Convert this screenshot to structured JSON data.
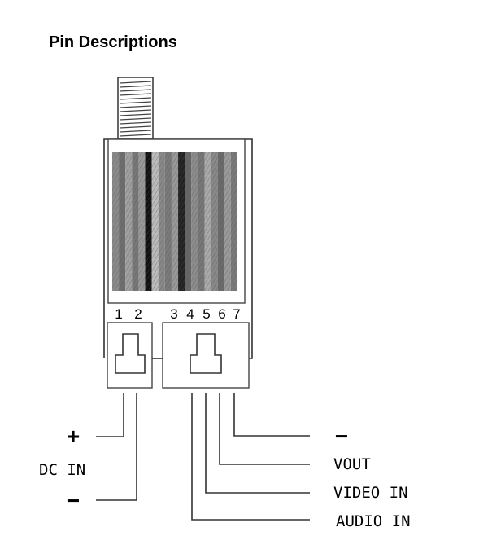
{
  "title": "Pin Descriptions",
  "pins": [
    "1",
    "2",
    "3",
    "4",
    "5",
    "6",
    "7"
  ],
  "left_labels": {
    "plus": "+",
    "group": "DC IN",
    "minus": "−"
  },
  "right_labels": [
    "−",
    "VOUT",
    "VIDEO IN",
    "AUDIO IN"
  ]
}
